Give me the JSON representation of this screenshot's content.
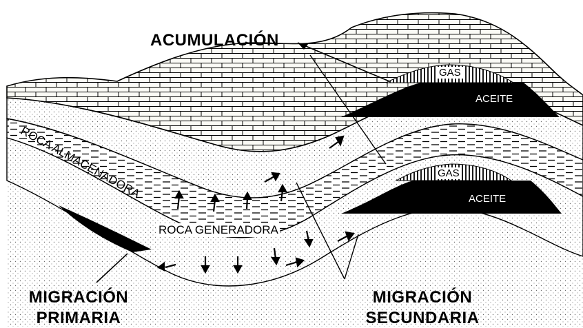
{
  "labels": {
    "acumulacion": "ACUMULACIÓN",
    "roca_almacenadora": "ROCA ALMACENADORA",
    "roca_generadora": "ROCA GENERADORA",
    "migracion_primaria_1": "MIGRACIÓN",
    "migracion_primaria_2": "PRIMARIA",
    "migracion_secundaria_1": "MIGRACIÓN",
    "migracion_secundaria_2": "SECUNDARIA",
    "gas_upper": "GAS",
    "aceite_upper": "ACEITE",
    "gas_lower": "GAS",
    "aceite_lower": "ACEITE"
  },
  "colors": {
    "ink": "#000000",
    "paper": "#ffffff",
    "stipple": "#7a7a7a"
  }
}
